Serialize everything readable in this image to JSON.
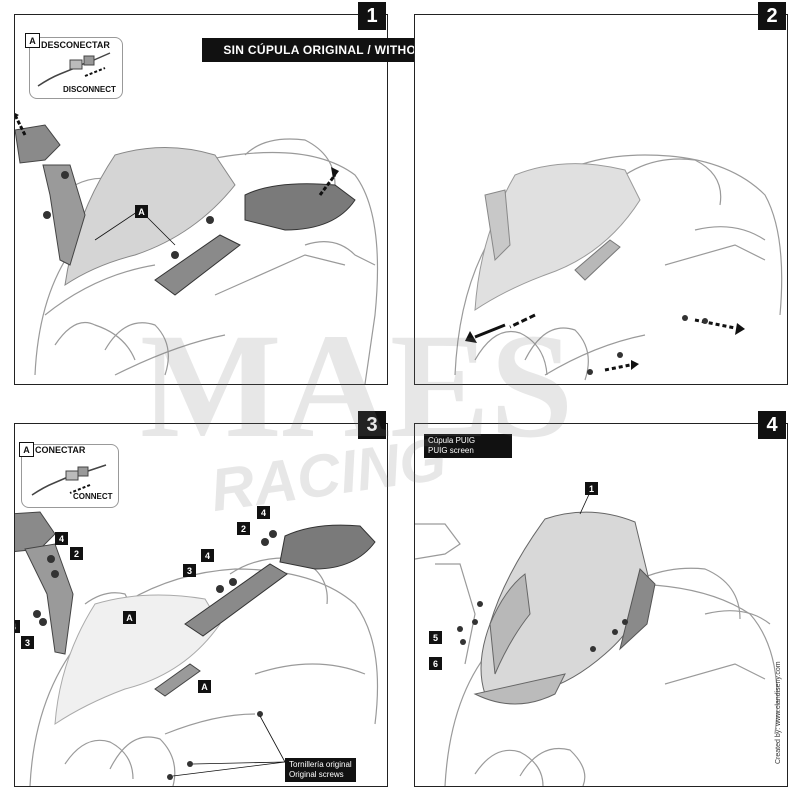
{
  "steps": [
    {
      "number": "1"
    },
    {
      "number": "2"
    },
    {
      "number": "3"
    },
    {
      "number": "4"
    }
  ],
  "banner": "SIN CÚPULA ORIGINAL / WITHOUT ORIGINAL SCREEN",
  "callout_step1": {
    "letter": "A",
    "line1": "DESCONECTAR",
    "line2": "DISCONNECT"
  },
  "callout_step3": {
    "letter": "A",
    "line1": "CONECTAR",
    "line2": "CONNECT"
  },
  "label_A": "A",
  "parts": {
    "p1": "1",
    "p2": "2",
    "p3": "3",
    "p4": "4",
    "p5": "5",
    "p6": "6"
  },
  "original_screws": {
    "line1": "Tornillería original",
    "line2": "Original screws"
  },
  "puig_screen": {
    "line1": "Cúpula PUIG",
    "line2": "PUIG screen"
  },
  "watermark": {
    "brand": "MAES",
    "sub": "RACING"
  },
  "credit": "Created by: www.clandiseny.com"
}
